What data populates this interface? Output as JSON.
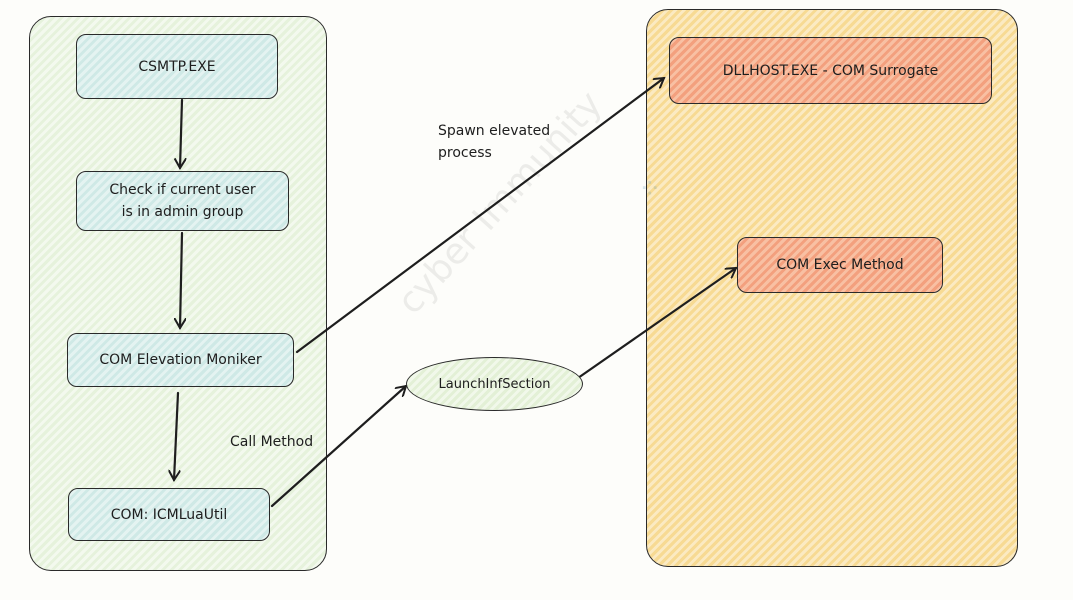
{
  "groups": {
    "left": {
      "fill": "#e6f2dc"
    },
    "right": {
      "fill": "#f7da93"
    }
  },
  "nodes": {
    "csmtp": "CSMTP.EXE",
    "check_line1": "Check if current user",
    "check_line2": "is in admin group",
    "elevation": "COM Elevation Moniker",
    "icmlua": "COM: ICMLuaUtil",
    "launch": "LaunchInfSection",
    "dllhost": "DLLHOST.EXE - COM Surrogate",
    "exec": "COM Exec Method"
  },
  "edge_labels": {
    "spawn_line1": "Spawn elevated",
    "spawn_line2": "process",
    "call_method": "Call Method"
  },
  "watermark": {
    "text": "cyber Immunity",
    "logo_icon": "network-nodes-icon"
  },
  "colors": {
    "stroke": "#1e1e1e",
    "teal": "#cfe9e6",
    "orange": "#f3a07e"
  }
}
